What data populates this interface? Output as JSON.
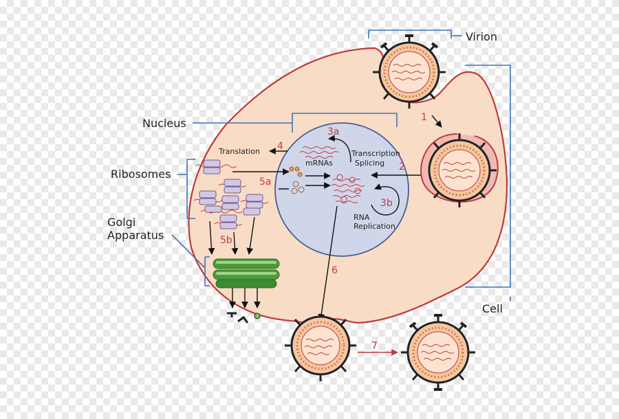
{
  "labels": {
    "virion": "Virion",
    "nucleus": "Nucleus",
    "ribosomes": "Ribosomes",
    "golgi_line1": "Golgi",
    "golgi_line2": "Apparatus",
    "cell": "Cell",
    "translation": "Translation",
    "mrnas": "mRNAs",
    "transcription": "Transcription",
    "splicing": "Splicing",
    "rna": "RNA",
    "replication": "Replication"
  },
  "steps": {
    "s1": "1",
    "s2": "2",
    "s3a": "3a",
    "s3b": "3b",
    "s4": "4",
    "s5a": "5a",
    "s5b": "5b",
    "s6": "6",
    "s7": "7"
  },
  "colors": {
    "cell_fill": "#f9dcc6",
    "cell_border": "#c0393b",
    "nucleus_fill": "#cfd6ea",
    "nucleus_border": "#4a5d8e",
    "bracket": "#3f73b5",
    "step_number": "#c0393b",
    "golgi": "#4d9a3a",
    "ribosome": "#d3c8e3"
  }
}
